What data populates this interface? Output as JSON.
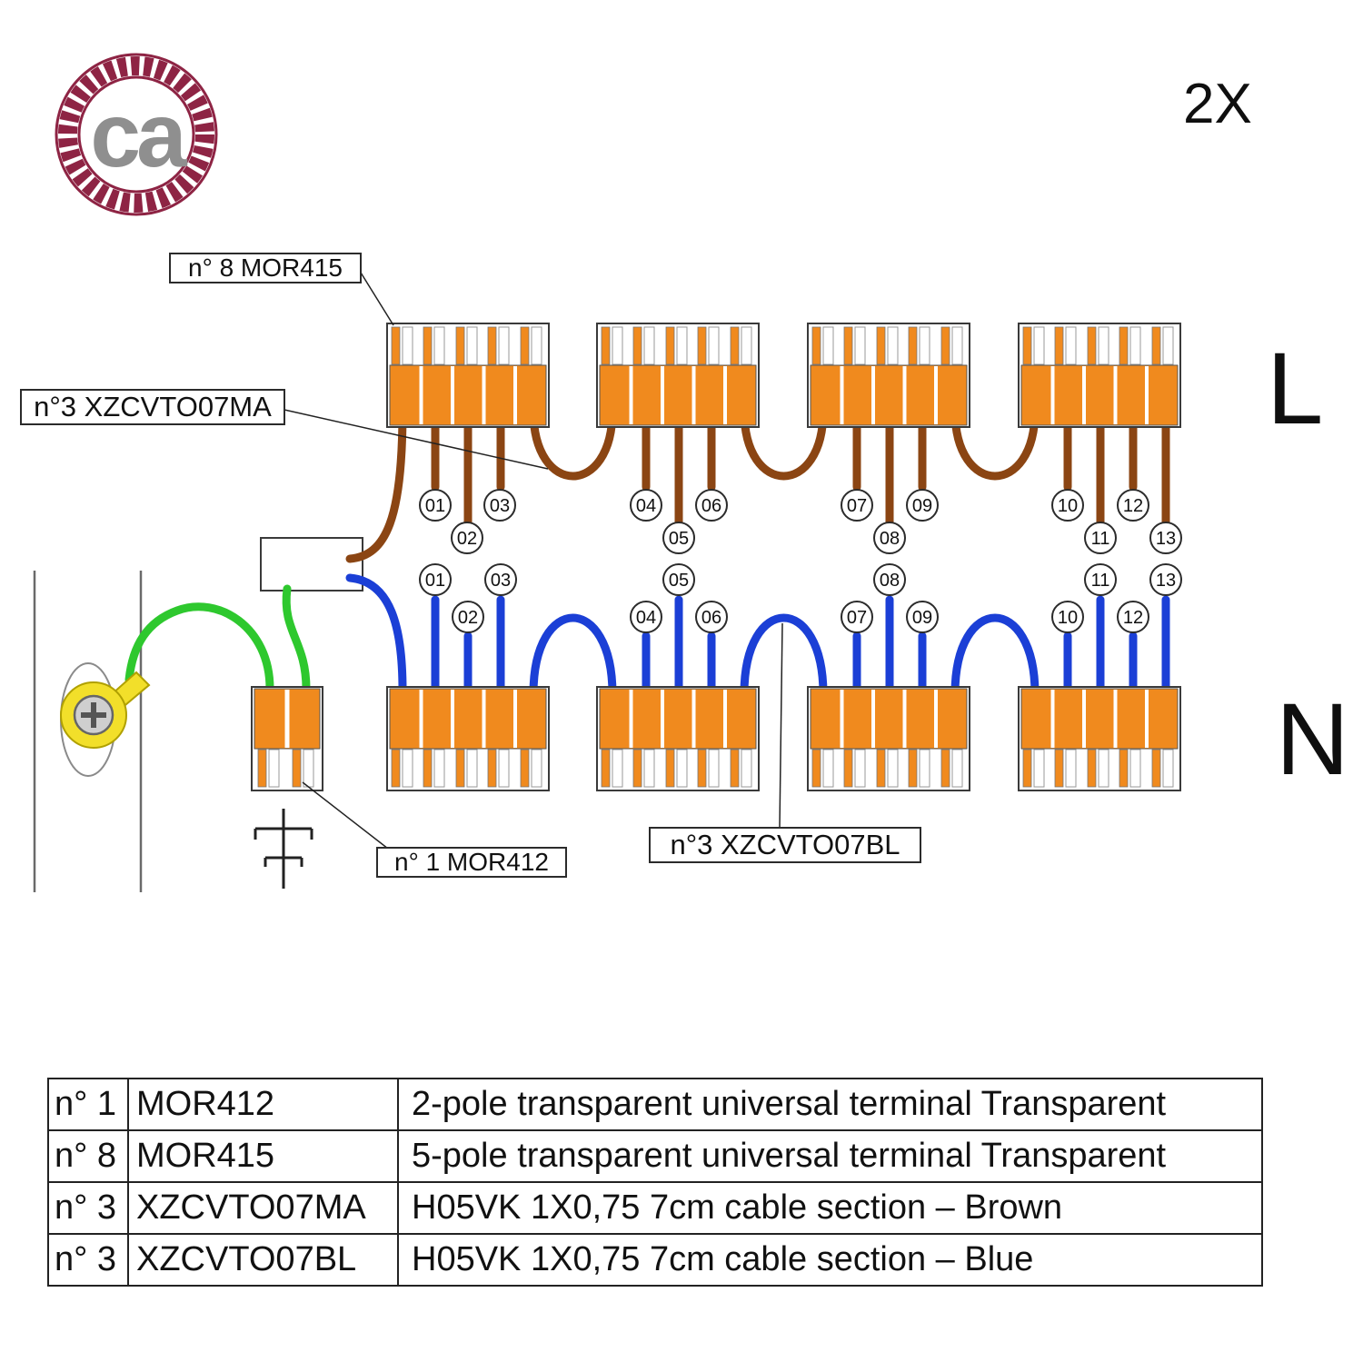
{
  "page": {
    "logo_text": "ca",
    "quantity_note": "2X",
    "line_label": "L",
    "neutral_label": "N"
  },
  "callouts": {
    "mor415": "n° 8 MOR415",
    "xzcvto07ma": "n°3 XZCVTO07MA",
    "mor412": "n° 1 MOR412",
    "xzcvto07bl": "n°3 XZCVTO07BL"
  },
  "wires": {
    "top": [
      "01",
      "02",
      "03",
      "04",
      "05",
      "06",
      "07",
      "08",
      "09",
      "10",
      "11",
      "12",
      "13"
    ],
    "bottom": [
      "01",
      "02",
      "03",
      "04",
      "05",
      "06",
      "07",
      "08",
      "09",
      "10",
      "11",
      "12",
      "13"
    ]
  },
  "colors": {
    "terminal_orange": "#F08A1E",
    "wire_brown": "#8B4513",
    "wire_blue": "#1B3FD6",
    "wire_green": "#2EC82E",
    "lug_yellow": "#F2DF2A",
    "logo_maroon": "#8E2444",
    "logo_gray": "#8F8F8F"
  },
  "table": {
    "rows": [
      {
        "qty": "n° 1",
        "code": "MOR412",
        "desc": "2-pole transparent universal terminal Transparent"
      },
      {
        "qty": "n° 8",
        "code": "MOR415",
        "desc": "5-pole transparent universal terminal Transparent"
      },
      {
        "qty": "n° 3",
        "code": "XZCVTO07MA",
        "desc": "H05VK 1X0,75 7cm cable section – Brown"
      },
      {
        "qty": "n° 3",
        "code": "XZCVTO07BL",
        "desc": "H05VK 1X0,75 7cm cable section – Blue"
      }
    ]
  }
}
